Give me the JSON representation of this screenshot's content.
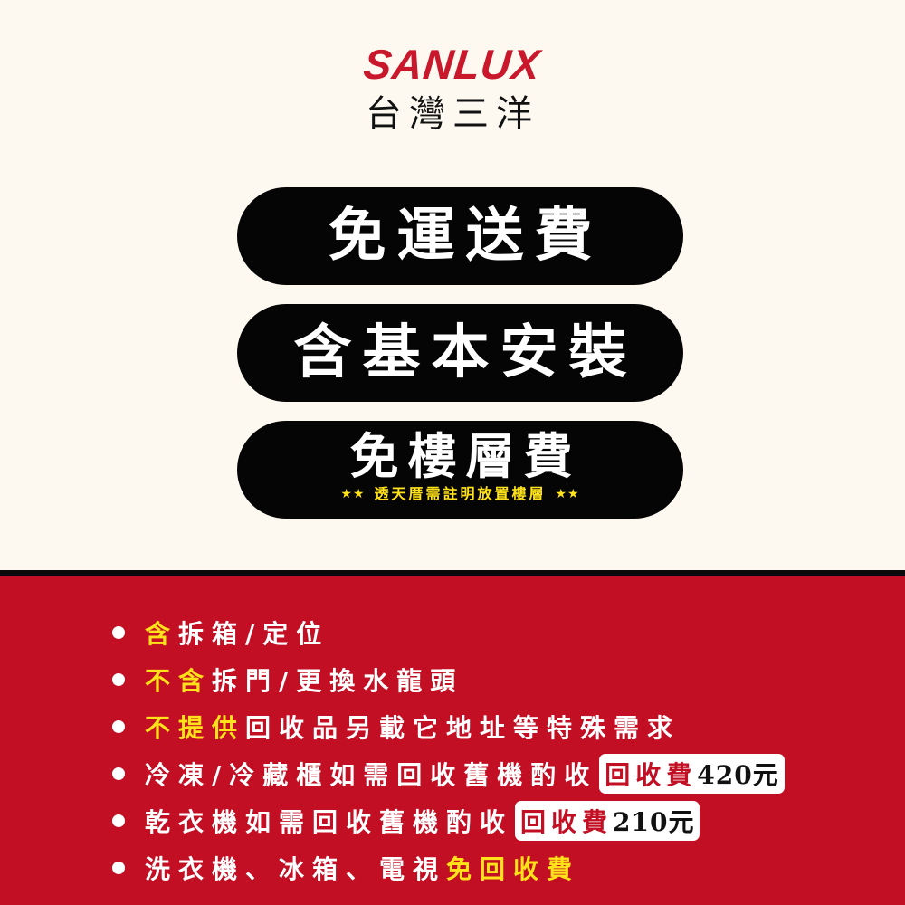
{
  "brand": {
    "logo_text": "SANLUX",
    "name_zh": "台灣三洋",
    "accent_color": "#c9182b"
  },
  "badges": [
    {
      "title": "免運送費"
    },
    {
      "title": "含基本安裝"
    },
    {
      "title": "免樓層費",
      "note": "透天厝需註明放置樓層",
      "note_prefix": "★★",
      "note_suffix": "★★"
    }
  ],
  "colors": {
    "background": "#fdf9f1",
    "pill": "#050505",
    "panel": "#c20f24",
    "highlight": "#ffe21a"
  },
  "terms": [
    {
      "highlight": "含",
      "text": "拆箱/定位"
    },
    {
      "highlight": "不含",
      "text": "拆門/更換水龍頭"
    },
    {
      "highlight": "不提供",
      "text": "回收品另載它地址等特殊需求"
    },
    {
      "text": "冷凍/冷藏櫃如需回收舊機酌收",
      "fee_label": "回收費",
      "fee_amount": "420元"
    },
    {
      "text": "乾衣機如需回收舊機酌收",
      "fee_label": "回收費",
      "fee_amount": "210元"
    },
    {
      "text": "洗衣機、冰箱、電視",
      "highlight_end": "免回收費"
    }
  ]
}
